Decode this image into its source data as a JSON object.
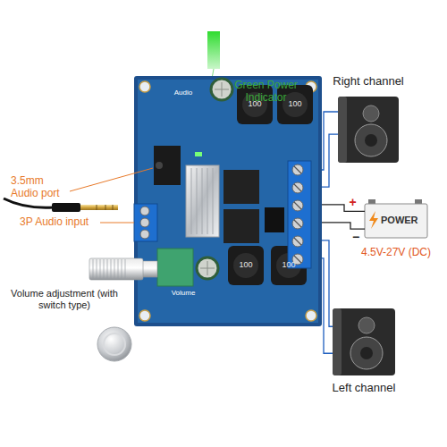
{
  "diagram": {
    "nodes": [
      {
        "text": [
          "Audio",
          "Volume",
          "100",
          "100",
          "100",
          "100"
        ]
      },
      {
        "text": [
          "Right channel"
        ]
      },
      {
        "text": [
          "POWER",
          "4.5V-27V (DC)"
        ]
      },
      {
        "text": [
          "Left channel"
        ]
      }
    ],
    "edges": [
      {
        "from": 0,
        "to": 1,
        "arrow": "none"
      },
      {
        "from": 0,
        "to": 1,
        "arrow": "none"
      },
      {
        "from": 0,
        "to": 2,
        "label": "+",
        "arrow": "none"
      },
      {
        "from": 0,
        "to": 2,
        "label": "−",
        "arrow": "none"
      },
      {
        "from": 0,
        "to": 3,
        "arrow": "none"
      },
      {
        "from": 0,
        "to": 3,
        "arrow": "none"
      }
    ],
    "labels": [
      "Green Power Indicator",
      "3.5mm Audio port",
      "3P Audio input",
      "Volume adjustment (with switch type)"
    ]
  }
}
